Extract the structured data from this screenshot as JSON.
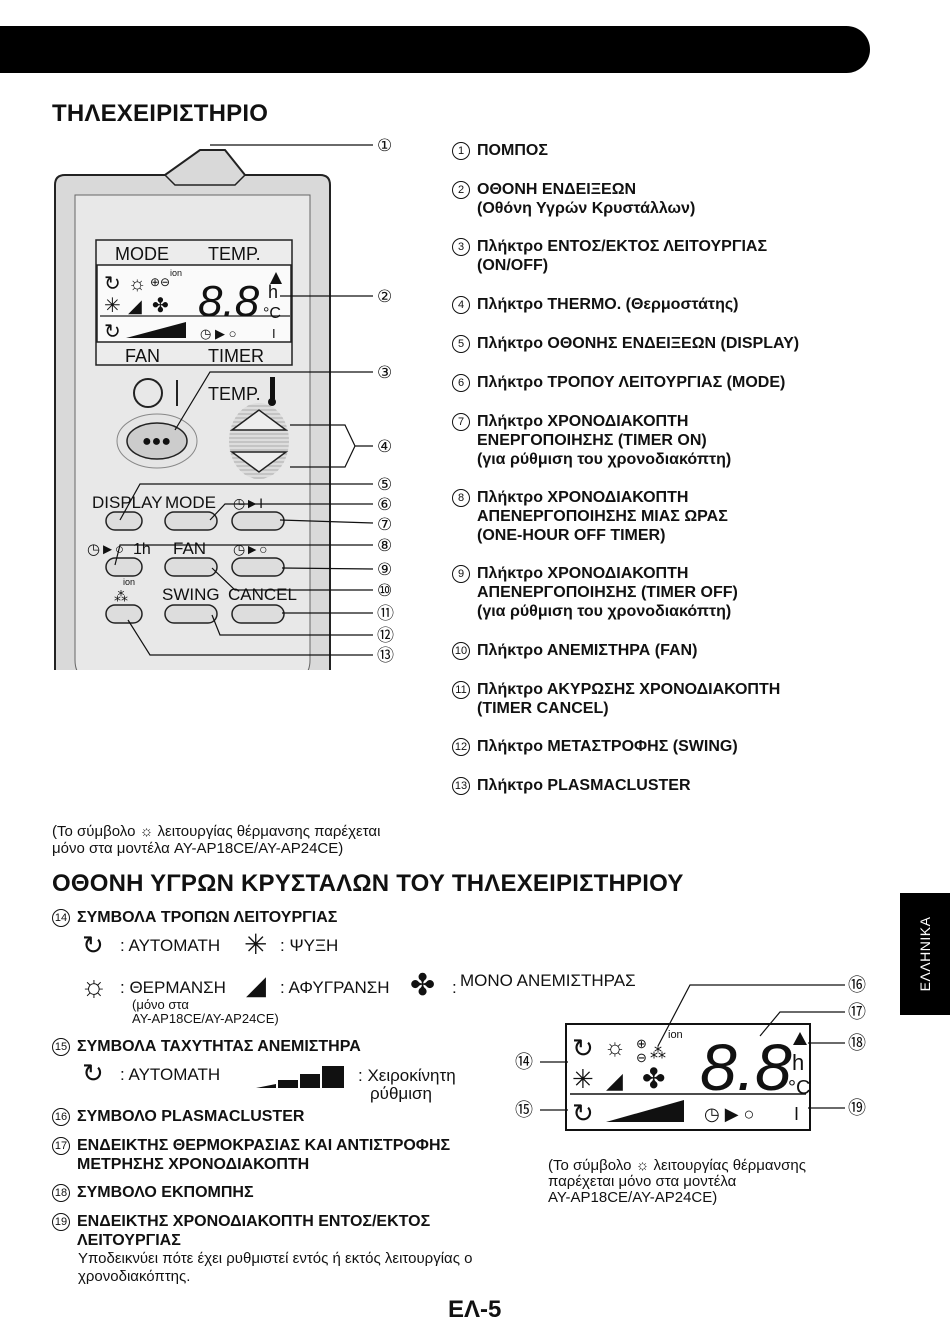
{
  "title_remote": "ΤΗΛΕΧΕΙΡΙΣΤΗΡΙΟ",
  "remote": {
    "mode": "MODE",
    "temp": "TEMP.",
    "fan": "FAN",
    "timer": "TIMER",
    "temp_btn": "TEMP.",
    "display": "DISPLAY",
    "mode_btn": "MODE",
    "one_h": "1h",
    "fan_btn": "FAN",
    "swing": "SWING",
    "cancel": "CANCEL",
    "seg": "8.8",
    "h": "h",
    "c": "°C",
    "ion": "ion",
    "bar": "I",
    "callouts": [
      "①",
      "②",
      "③",
      "④",
      "⑤",
      "⑥",
      "⑦",
      "⑧",
      "⑨",
      "⑩",
      "⑪",
      "⑫",
      "⑬"
    ]
  },
  "legend": [
    {
      "n": "1",
      "text": "ΠΟΜΠΟΣ"
    },
    {
      "n": "2",
      "text": "ΟΘΟΝΗ ΕΝΔΕΙΞΕΩΝ\n(Οθόνη Υγρών Κρυστάλλων)"
    },
    {
      "n": "3",
      "text": "Πλήκτρο ΕΝΤΟΣ/ΕΚΤΟΣ ΛΕΙΤΟΥΡΓΙΑΣ\n(ON/OFF)"
    },
    {
      "n": "4",
      "text": "Πλήκτρο THERMO. (Θερμοστάτης)"
    },
    {
      "n": "5",
      "text": "Πλήκτρο ΟΘΟΝΗΣ ΕΝΔΕΙΞΕΩΝ (DISPLAY)"
    },
    {
      "n": "6",
      "text": "Πλήκτρο ΤΡΟΠΟΥ ΛΕΙΤΟΥΡΓΙΑΣ (MODE)"
    },
    {
      "n": "7",
      "text": "Πλήκτρο ΧΡΟΝΟΔΙΑΚΟΠΤΗ\nΕΝΕΡΓΟΠΟΙΗΣΗΣ (TIMER ON)\n(για ρύθμιση του χρονοδιακόπτη)"
    },
    {
      "n": "8",
      "text": "Πλήκτρο ΧΡΟΝΟΔΙΑΚΟΠΤΗ\nΑΠΕΝΕΡΓΟΠΟΙΗΣΗΣ ΜΙΑΣ ΩΡΑΣ\n(ONE-HOUR OFF TIMER)"
    },
    {
      "n": "9",
      "text": "Πλήκτρο ΧΡΟΝΟΔΙΑΚΟΠΤΗ\nΑΠΕΝΕΡΓΟΠΟΙΗΣΗΣ (TIMER OFF)\n(για ρύθμιση του χρονοδιακόπτη)"
    },
    {
      "n": "10",
      "text": "Πλήκτρο ΑΝΕΜΙΣΤΗΡΑ (FAN)"
    },
    {
      "n": "11",
      "text": "Πλήκτρο ΑΚΥΡΩΣΗΣ ΧΡΟΝΟΔΙΑΚΟΠΤΗ\n(TIMER CANCEL)"
    },
    {
      "n": "12",
      "text": "Πλήκτρο ΜΕΤΑΣΤΡΟΦΗΣ (SWING)"
    },
    {
      "n": "13",
      "text": "Πλήκτρο PLASMACLUSTER"
    }
  ],
  "note_heat_1": "(Το σύμβολο ☼ λειτουργίας θέρμανσης παρέχεται\nμόνο στα μοντέλα AY-AP18CE/AY-AP24CE)",
  "title_lcd": "ΟΘΟΝΗ ΥΓΡΩΝ ΚΡΥΣΤΑΛΩΝ ΤΟΥ ΤΗΛΕΧΕΙΡΙΣΤΗΡΙΟΥ",
  "sections": {
    "s14": {
      "n": "14",
      "text": "ΣΥΜΒΟΛΑ ΤΡΟΠΩΝ ΛΕΙΤΟΥΡΓΙΑΣ"
    },
    "s15": {
      "n": "15",
      "text": "ΣΥΜΒΟΛΑ ΤΑΧΥΤΗΤΑΣ ΑΝΕΜΙΣΤΗΡΑ"
    },
    "s16": {
      "n": "16",
      "text": "ΣΥΜΒΟΛΟ PLASMACLUSTER"
    },
    "s17": {
      "n": "17",
      "text": "ΕΝΔΕΙΚΤΗΣ ΘΕΡΜΟΚΡΑΣΙΑΣ ΚΑΙ ΑΝΤΙΣΤΡΟΦΗΣ\nΜΕΤΡΗΣΗΣ ΧΡΟΝΟΔΙΑΚΟΠΤΗ"
    },
    "s18": {
      "n": "18",
      "text": "ΣΥΜΒΟΛΟ ΕΚΠΟΜΠΗΣ"
    },
    "s19": {
      "n": "19",
      "text": "ΕΝΔΕΙΚΤΗΣ ΧΡΟΝΟΔΙΑΚΟΠΤΗ ΕΝΤΟΣ/ΕΚΤΟΣ\nΛΕΙΤΟΥΡΓΙΑΣ"
    }
  },
  "modes": {
    "auto": ": ΑΥΤΟΜΑΤΗ",
    "cool": ": ΨΥΞΗ",
    "heat": ": ΘΕΡΜΑΝΣΗ",
    "heat_note": "(μόνο στα\nAY-AP18CE/AY-AP24CE)",
    "dry": ": ΑΦΥΓΡΑΝΣΗ",
    "fan_colon": ":",
    "fan_only": "ΜΟΝΟ ΑΝΕΜΙΣΤΗΡΑΣ"
  },
  "fan_speed": {
    "auto": ": ΑΥΤΟΜΑΤΗ",
    "manual_1": ": Χειροκίνητη",
    "manual_2": "ρύθμιση"
  },
  "s19_desc": "Υποδεικνύει πότε έχει ρυθμιστεί εντός ή εκτός λειτουργίας ο\nχρονοδιακόπτης.",
  "lcd_callouts": [
    "⑭",
    "⑮",
    "⑯",
    "⑰",
    "⑱",
    "⑲"
  ],
  "note_heat_2": "(Το σύμβολο ☼ λειτουργίας θέρμανσης\nπαρέχεται μόνο στα μοντέλα\nAY-AP18CE/AY-AP24CE)",
  "side_tab": "ΕΛΛΗΝΙΚΑ",
  "page_number": "ΕΛ-5"
}
